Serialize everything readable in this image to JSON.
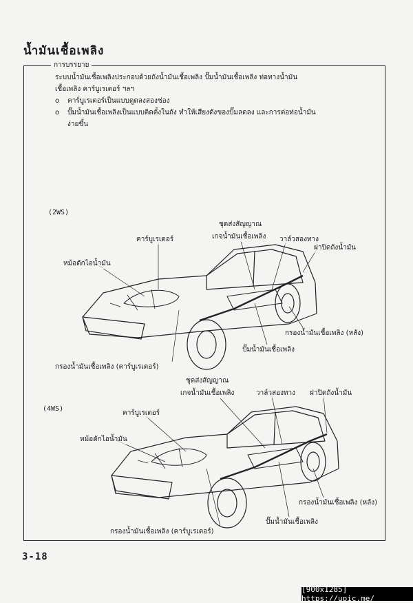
{
  "title": "น้ำมันเชื้อเพลิง",
  "section_label": "การบรรยาย",
  "description": {
    "line1": "ระบบน้ำมันเชื้อเพลิงประกอบด้วยถังน้ำมันเชื้อเพลิง  ปั๊มน้ำมันเชื้อเพลิง     ท่อทางน้ำมัน",
    "line2": "เชื้อเพลิง คาร์บูเรเตอร์ ฯลฯ",
    "bullet1": "คาร์บูเรเตอร์เป็นแบบดูดลงสองช่อง",
    "bullet2": "ปั๊มน้ำมันเชื้อเพลิงเป็นแบบติดตั้งในถัง   ทำให้เสียงดังของปั๊มลดลง และการต่อท่อน้ำมัน",
    "bullet2b": "ง่ายขึ้น"
  },
  "diagram_2ws": {
    "tag": "(2WS)",
    "labels": {
      "sender_line1": "ชุดส่งสัญญาณ",
      "sender_line2": "เกจน้ำมันเชื้อเพลิง",
      "carburetor": "คาร์บูเรเตอร์",
      "two_way_valve": "วาล์วสองทาง",
      "filler_cap": "ฝาปิดถังน้ำมัน",
      "vapor_canister": "หม้อดักไอน้ำมัน",
      "rear_filter": "กรองน้ำมันเชื้อเพลิง (หลัง)",
      "fuel_pump": "ปั๊มน้ำมันเชื้อเพลิง",
      "carb_filter": "กรองน้ำมันเชื้อเพลิง (คาร์บูเรเตอร์)"
    }
  },
  "diagram_4ws": {
    "tag": "(4WS)",
    "labels": {
      "sender_line1": "ชุดส่งสัญญาณ",
      "sender_line2": "เกจน้ำมันเชื้อเพลิง",
      "two_way_valve": "วาล์วสองทาง",
      "filler_cap": "ฝาปิดถังน้ำมัน",
      "carburetor": "คาร์บูเรเตอร์",
      "vapor_canister": "หม้อดักไอน้ำมัน",
      "rear_filter": "กรองน้ำมันเชื้อเพลิง (หลัง)",
      "fuel_pump": "ปั๊มน้ำมันเชื้อเพลิง",
      "carb_filter": "กรองน้ำมันเชื้อเพลิง (คาร์บูเรเตอร์)"
    }
  },
  "page_number": "3-18",
  "watermark": "[900x1285] https://upic.me/"
}
